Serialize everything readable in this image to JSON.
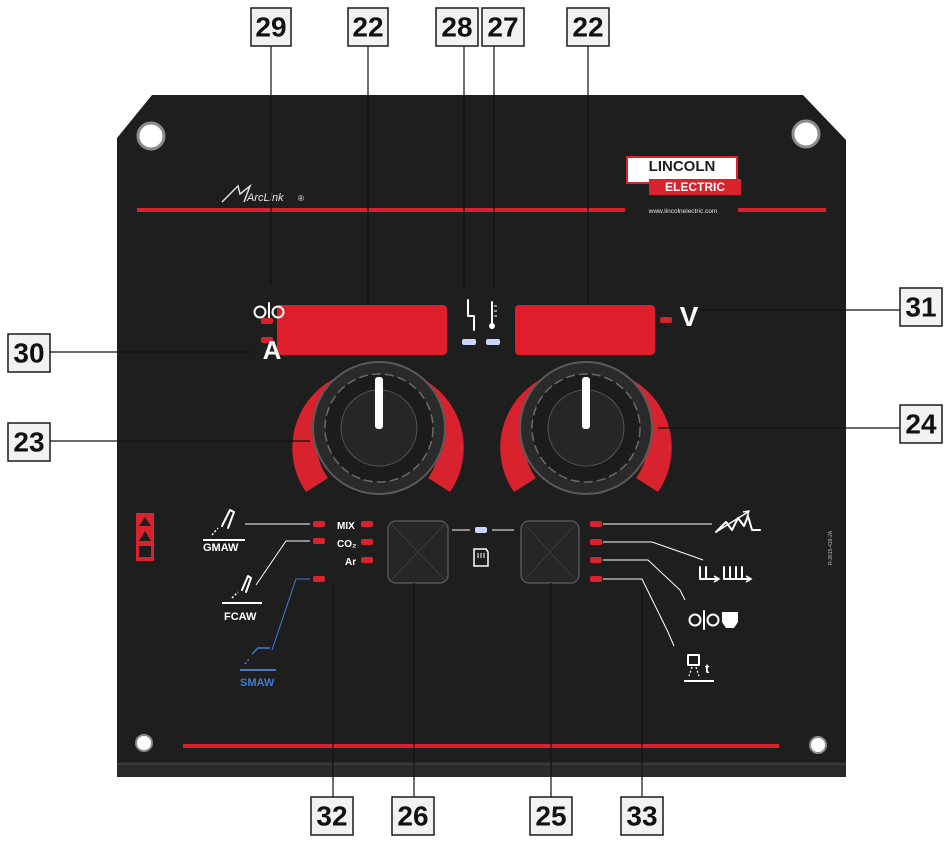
{
  "brand": {
    "name_line1": "LINCOLN",
    "name_line2": "ELECTRIC",
    "url": "www.lincolnelectric.com",
    "arclink": "ArcLink",
    "colors": {
      "panel": "#1e1e1e",
      "accent": "#d8222e",
      "display": "#e01d2b",
      "smaw_blue": "#3f7bd6"
    }
  },
  "panel": {
    "unit_amps": "A",
    "unit_volts": "V",
    "gas_labels": [
      "MIX",
      "CO₂",
      "Ar"
    ],
    "processes": [
      "GMAW",
      "FCAW",
      "SMAW"
    ],
    "part_code": "R-3615-419-2A",
    "icons": [
      "wire-feed-speed-icon",
      "arc-fault-icon",
      "thermal-icon",
      "arc-force-icon",
      "trigger-mode-icon",
      "wire-inch-icon",
      "timer-icon",
      "memory-card-icon"
    ]
  },
  "callouts": {
    "top": [
      "29",
      "22",
      "28",
      "27",
      "22"
    ],
    "left": [
      "30",
      "23"
    ],
    "right": [
      "31",
      "24"
    ],
    "bottom": [
      "32",
      "26",
      "25",
      "33"
    ]
  }
}
